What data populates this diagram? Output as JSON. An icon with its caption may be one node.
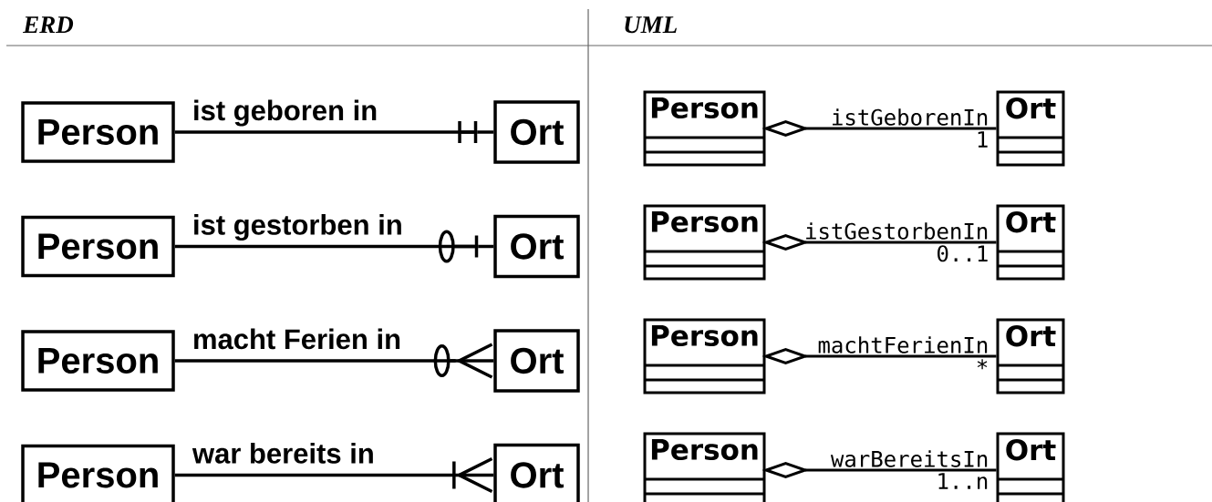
{
  "diagram": {
    "nodes": [
      {
        "text": [
          "Person"
        ]
      },
      {
        "text": [
          "Ort"
        ]
      },
      {
        "text": [
          "Person"
        ]
      },
      {
        "text": [
          "Ort"
        ]
      },
      {
        "text": [
          "Person"
        ]
      },
      {
        "text": [
          "Ort"
        ]
      },
      {
        "text": [
          "Person"
        ]
      },
      {
        "text": [
          "Ort"
        ]
      },
      {
        "text": [
          "Person"
        ]
      },
      {
        "text": [
          "Ort"
        ]
      },
      {
        "text": [
          "Person"
        ]
      },
      {
        "text": [
          "Ort"
        ]
      },
      {
        "text": [
          "Person"
        ]
      },
      {
        "text": [
          "Ort"
        ]
      },
      {
        "text": [
          "Person"
        ]
      },
      {
        "text": [
          "Ort"
        ]
      }
    ],
    "edges": [
      {
        "from": 0,
        "to": 1,
        "arrow": "other",
        "label": "ist geboren in"
      },
      {
        "from": 2,
        "to": 3,
        "arrow": "other",
        "label": "ist gestorben in"
      },
      {
        "from": 4,
        "to": 5,
        "arrow": "other",
        "label": "macht Ferien in"
      },
      {
        "from": 6,
        "to": 7,
        "arrow": "other",
        "label": "war bereits in"
      },
      {
        "from": 8,
        "to": 9,
        "arrow": "other",
        "label": "istGeborenIn"
      },
      {
        "from": 10,
        "to": 11,
        "arrow": "other",
        "label": "istGestorbenIn"
      },
      {
        "from": 12,
        "to": 13,
        "arrow": "other",
        "label": "machtFerienIn"
      },
      {
        "from": 14,
        "to": 15,
        "arrow": "other",
        "label": "warBereitsIn"
      }
    ],
    "labels": [
      "ERD",
      "UML",
      "1",
      "0..1",
      "*",
      "1..n"
    ]
  }
}
